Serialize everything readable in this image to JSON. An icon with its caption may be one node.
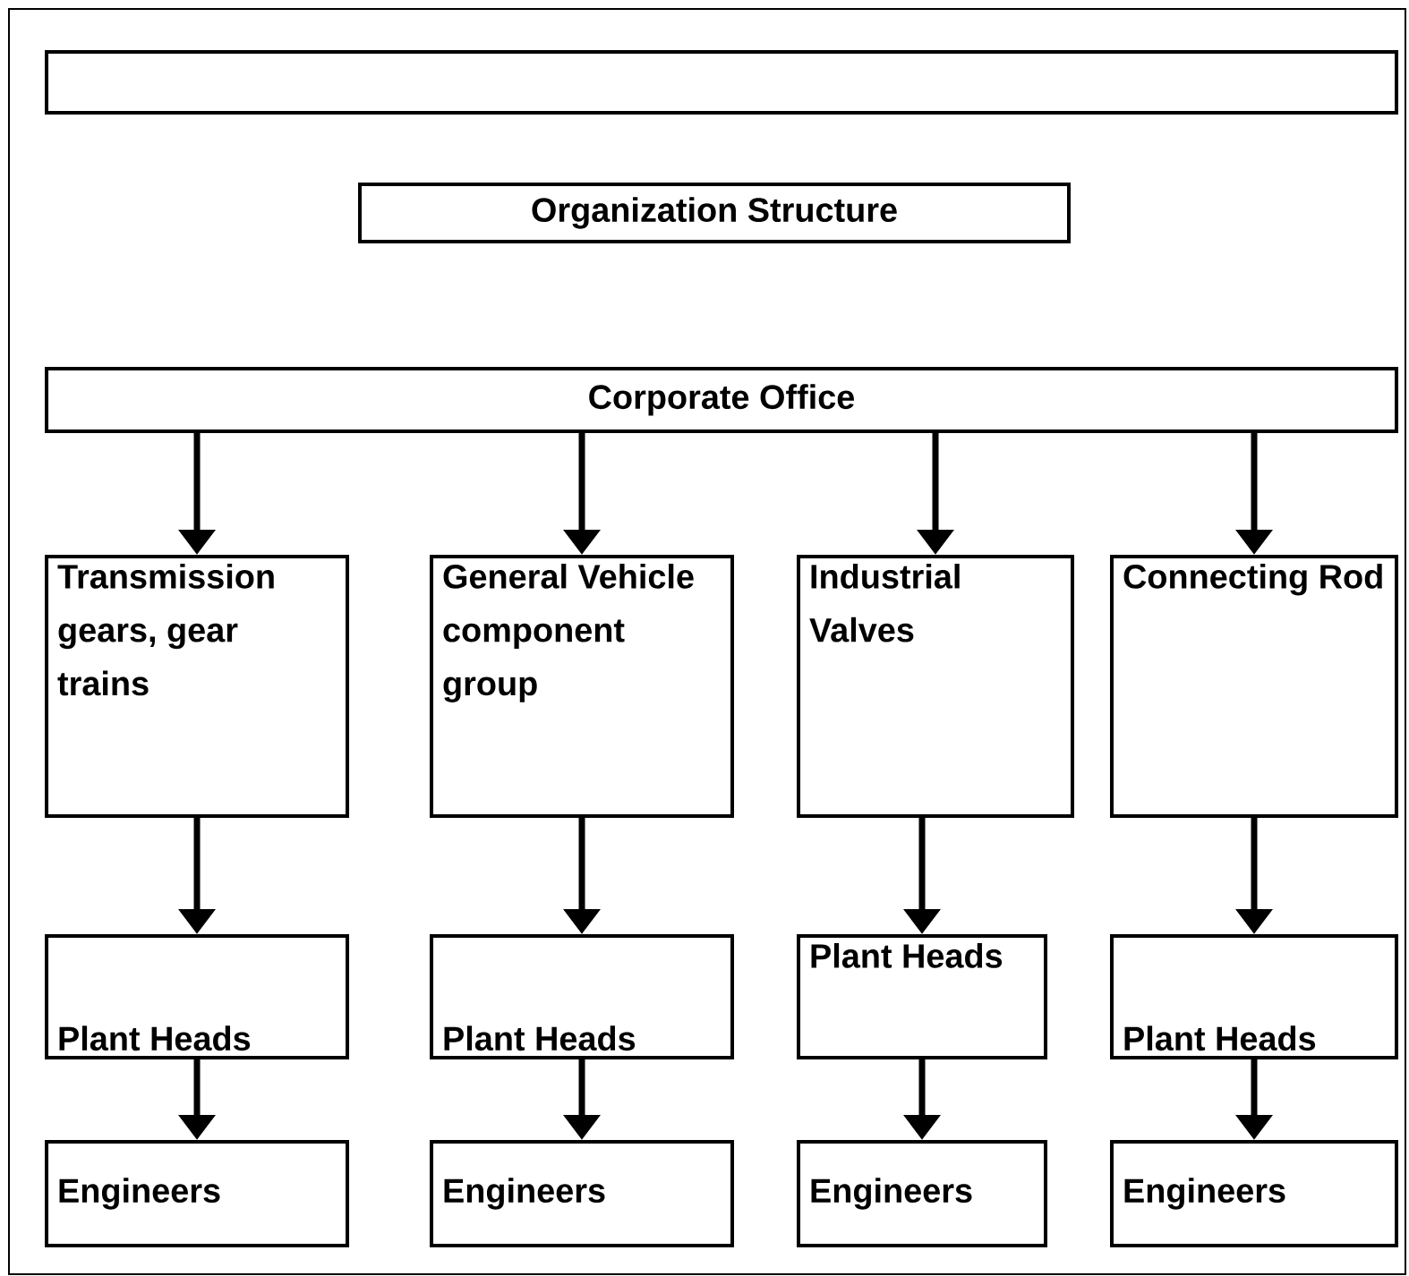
{
  "diagram": {
    "nodes": [
      {
        "text": [],
        "shape": "box"
      },
      {
        "text": [
          "Organization Structure"
        ]
      },
      {
        "text": [
          "Corporate Office"
        ]
      },
      {
        "text": [
          "Transmission gears, gear trains"
        ]
      },
      {
        "text": [
          "General Vehicle component group"
        ]
      },
      {
        "text": [
          "Industrial Valves"
        ]
      },
      {
        "text": [
          "Connecting Rod"
        ]
      },
      {
        "text": [
          "Plant Heads"
        ]
      },
      {
        "text": [
          "Plant Heads"
        ]
      },
      {
        "text": [
          "Plant Heads"
        ]
      },
      {
        "text": [
          "Plant Heads"
        ]
      },
      {
        "text": [
          "Engineers"
        ]
      },
      {
        "text": [
          "Engineers"
        ]
      },
      {
        "text": [
          "Engineers"
        ]
      },
      {
        "text": [
          "Engineers"
        ]
      }
    ],
    "edges": [
      {
        "from": 2,
        "to": 3,
        "arrow": "to"
      },
      {
        "from": 2,
        "to": 4,
        "arrow": "to"
      },
      {
        "from": 2,
        "to": 5,
        "arrow": "to"
      },
      {
        "from": 2,
        "to": 6,
        "arrow": "to"
      },
      {
        "from": 3,
        "to": 7,
        "arrow": "to"
      },
      {
        "from": 4,
        "to": 8,
        "arrow": "to"
      },
      {
        "from": 5,
        "to": 9,
        "arrow": "to"
      },
      {
        "from": 6,
        "to": 10,
        "arrow": "to"
      },
      {
        "from": 7,
        "to": 11,
        "arrow": "to"
      },
      {
        "from": 8,
        "to": 12,
        "arrow": "to"
      },
      {
        "from": 9,
        "to": 13,
        "arrow": "to"
      },
      {
        "from": 10,
        "to": 14,
        "arrow": "to"
      }
    ]
  }
}
